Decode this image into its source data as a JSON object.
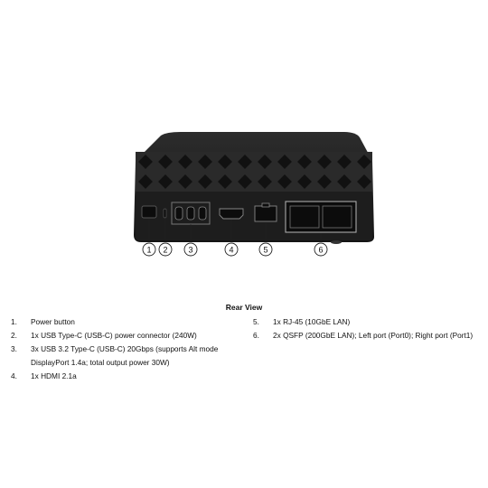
{
  "caption": "Rear View",
  "callouts": [
    "1",
    "2",
    "3",
    "4",
    "5",
    "6"
  ],
  "specs_left": [
    {
      "num": "1.",
      "text": "Power button"
    },
    {
      "num": "2.",
      "text": "1x USB Type-C (USB-C) power connector (240W)"
    },
    {
      "num": "3.",
      "text": "3x USB 3.2 Type-C (USB-C) 20Gbps (supports Alt mode DisplayPort 1.4a; total output power 30W)"
    },
    {
      "num": "4.",
      "text": "1x HDMI 2.1a"
    }
  ],
  "specs_right": [
    {
      "num": "5.",
      "text": "1x RJ-45 (10GbE LAN)"
    },
    {
      "num": "6.",
      "text": "2x QSFP (200GbE LAN); Left port (Port0); Right port (Port1)"
    }
  ]
}
